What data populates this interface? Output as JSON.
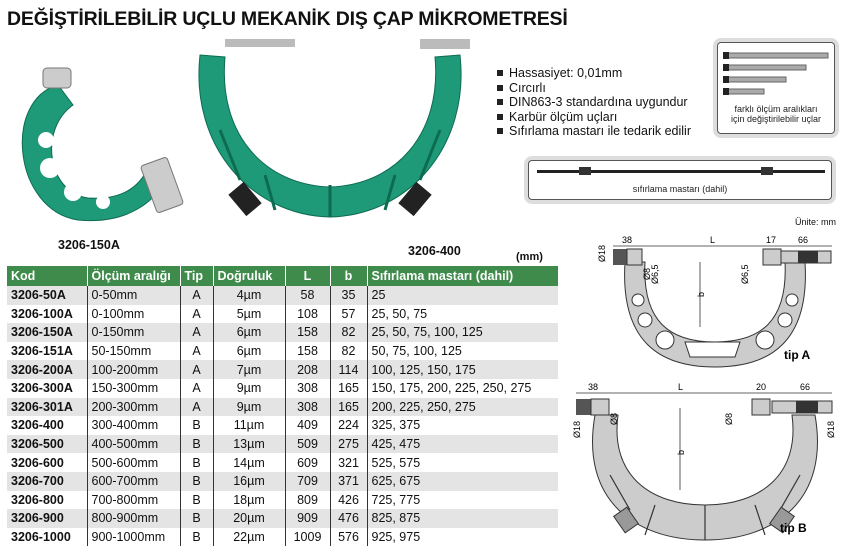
{
  "title": "DEĞİŞTİRİLEBİLİR UÇLU MEKANİK DIŞ ÇAP  MİKROMETRESİ",
  "images": {
    "small_caption": "3206-150A",
    "large_caption": "3206-400",
    "brand_color": "#1f9a78"
  },
  "features": [
    "Hassasiyet: 0,01mm",
    "Cırcırlı",
    "DIN863-3 standardına uygundur",
    "Karbür ölçüm uçları",
    "Sıfırlama mastarı ile tedarik edilir"
  ],
  "anvils_box": {
    "caption_line1": "farklı ölçüm aralıkları",
    "caption_line2": "için değiştirilebilir uçlar"
  },
  "setting_rod_box": {
    "caption": "sıfırlama mastarı (dahil)"
  },
  "unit_note": "Ünite: mm",
  "table_unit": "(mm)",
  "table": {
    "header_color": "#3f8b4b",
    "columns": [
      "Kod",
      "Ölçüm aralığı",
      "Tip",
      "Doğruluk",
      "L",
      "b",
      "Sıfırlama mastarı (dahil)"
    ],
    "rows": [
      [
        "3206-50A",
        "0-50mm",
        "A",
        "4µm",
        "58",
        "35",
        "25"
      ],
      [
        "3206-100A",
        "0-100mm",
        "A",
        "5µm",
        "108",
        "57",
        "25, 50, 75"
      ],
      [
        "3206-150A",
        "0-150mm",
        "A",
        "6µm",
        "158",
        "82",
        "25, 50, 75, 100, 125"
      ],
      [
        "3206-151A",
        "50-150mm",
        "A",
        "6µm",
        "158",
        "82",
        "50, 75, 100, 125"
      ],
      [
        "3206-200A",
        "100-200mm",
        "A",
        "7µm",
        "208",
        "114",
        "100, 125, 150, 175"
      ],
      [
        "3206-300A",
        "150-300mm",
        "A",
        "9µm",
        "308",
        "165",
        "150, 175, 200, 225, 250, 275"
      ],
      [
        "3206-301A",
        "200-300mm",
        "A",
        "9µm",
        "308",
        "165",
        "200, 225, 250, 275"
      ],
      [
        "3206-400",
        "300-400mm",
        "B",
        "11µm",
        "409",
        "224",
        "325, 375"
      ],
      [
        "3206-500",
        "400-500mm",
        "B",
        "13µm",
        "509",
        "275",
        "425, 475"
      ],
      [
        "3206-600",
        "500-600mm",
        "B",
        "14µm",
        "609",
        "321",
        "525, 575"
      ],
      [
        "3206-700",
        "600-700mm",
        "B",
        "16µm",
        "709",
        "371",
        "625, 675"
      ],
      [
        "3206-800",
        "700-800mm",
        "B",
        "18µm",
        "809",
        "426",
        "725, 775"
      ],
      [
        "3206-900",
        "800-900mm",
        "B",
        "20µm",
        "909",
        "476",
        "825, 875"
      ],
      [
        "3206-1000",
        "900-1000mm",
        "B",
        "22µm",
        "1009",
        "576",
        "925, 975"
      ]
    ]
  },
  "diagram_a": {
    "label": "tip A",
    "dims": {
      "left": "38",
      "L": "L",
      "right1": "17",
      "right2": "66",
      "d18": "Ø18",
      "d8": "Ø8",
      "d65": "Ø6,5",
      "d65b": "Ø6,5",
      "b": "b"
    }
  },
  "diagram_b": {
    "label": "tip B",
    "dims": {
      "left": "38",
      "L": "L",
      "right1": "20",
      "right2": "66",
      "d18": "Ø18",
      "d8": "Ø8",
      "d8b": "Ø8",
      "b": "b"
    }
  }
}
